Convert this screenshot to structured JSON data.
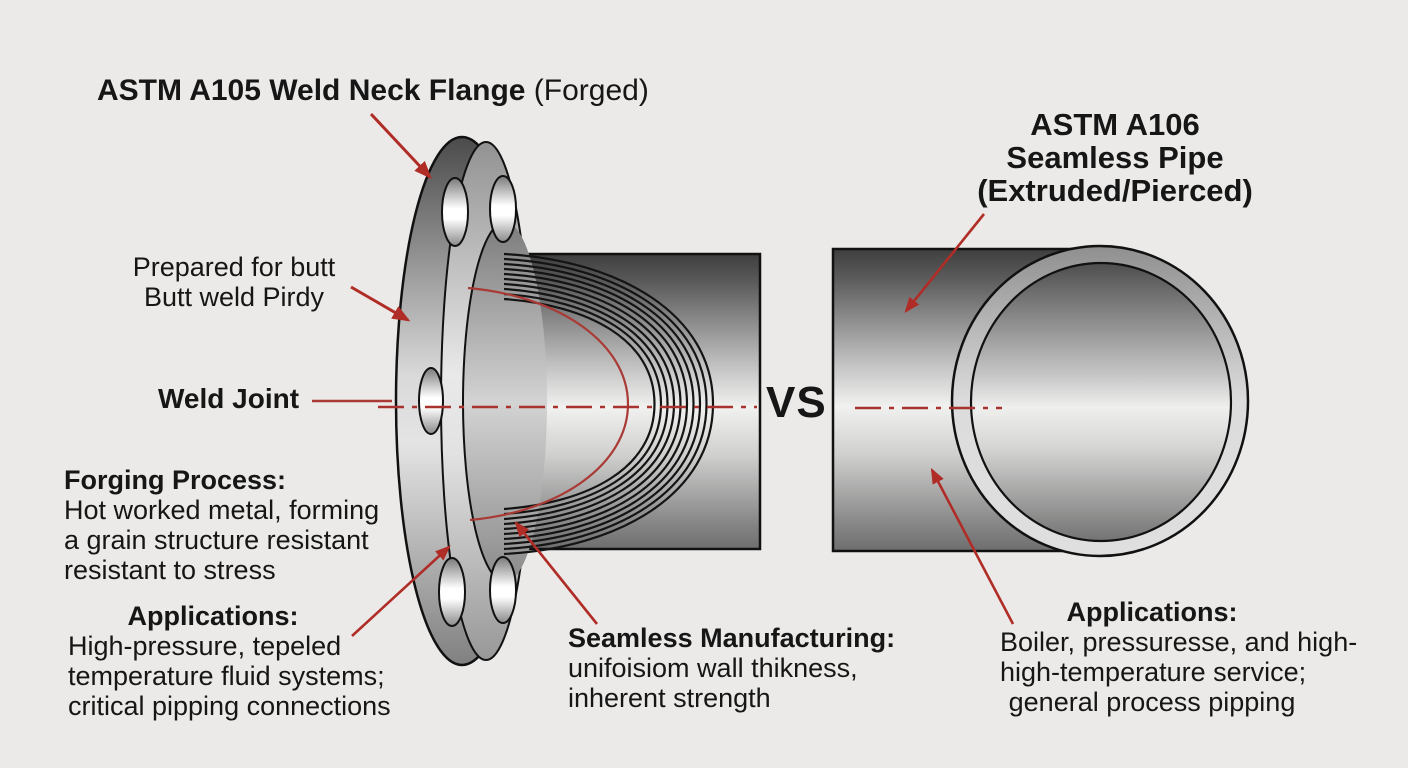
{
  "diagram": {
    "left": {
      "title_main": "ASTM A105 Weld Neck Flange",
      "title_suffix": " (Forged)",
      "butt_weld_note_line1": "Prepared for butt",
      "butt_weld_note_line2": "Butt weld Pirdy",
      "weld_joint_label": "Weld Joint",
      "forging_heading": "Forging Process:",
      "forging_line1": "Hot worked metal, forming",
      "forging_line2": "a grain structure resistant",
      "forging_line3": "resistant to stress",
      "applications_heading": "Applications:",
      "applications_line1": "High-pressure, tepeled",
      "applications_line2": "temperature fluid systems;",
      "applications_line3": "critical pipping connections"
    },
    "center": {
      "vs_label": "VS",
      "seamless_heading": "Seamless Manufacturing:",
      "seamless_line1": "unifoisiom wall thikness,",
      "seamless_line2": "inherent strength"
    },
    "right": {
      "title_line1": "ASTM A106",
      "title_line2": "Seamless Pipe",
      "title_line3": "(Extruded/Pierced)",
      "applications_heading": "Applications:",
      "applications_line1": "Boiler, pressuresse, and high-",
      "applications_line2": "high-temperature service;",
      "applications_line3": "general process pipping"
    },
    "colors": {
      "annotation_red": "#b02d27",
      "text": "#161616",
      "background": "#ebeae8"
    }
  }
}
